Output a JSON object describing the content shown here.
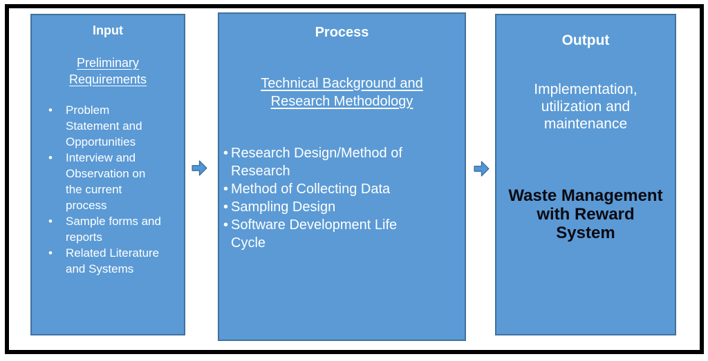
{
  "input": {
    "title": "Input",
    "header": "Preliminary\nRequirements",
    "bullets": [
      "Problem\nStatement and\nOpportunities",
      "Interview and\nObservation on\nthe current\nprocess",
      "Sample forms and\nreports",
      "Related Literature\nand Systems"
    ]
  },
  "process": {
    "title": "Process",
    "header": "Technical Background and\nResearch Methodology",
    "bullets": [
      "Research Design/Method of\nResearch",
      "Method of Collecting Data",
      "Sampling Design",
      "Software Development Life\nCycle"
    ]
  },
  "output": {
    "title": "Output",
    "subtitle": "Implementation,\nutilization and\nmaintenance",
    "label": "Waste Management\nwith Reward\nSystem"
  },
  "icons": {
    "flow_arrow": "right-block-arrow"
  },
  "colors": {
    "background": "#ffffff",
    "frame": "#000000",
    "box_fill": "#5b9ad5",
    "box_border": "#41719c",
    "box_text": "#ffffff",
    "output_label_text": "#0a0a12",
    "arrow_fill": "#4f97d9",
    "arrow_border": "#41719c"
  }
}
